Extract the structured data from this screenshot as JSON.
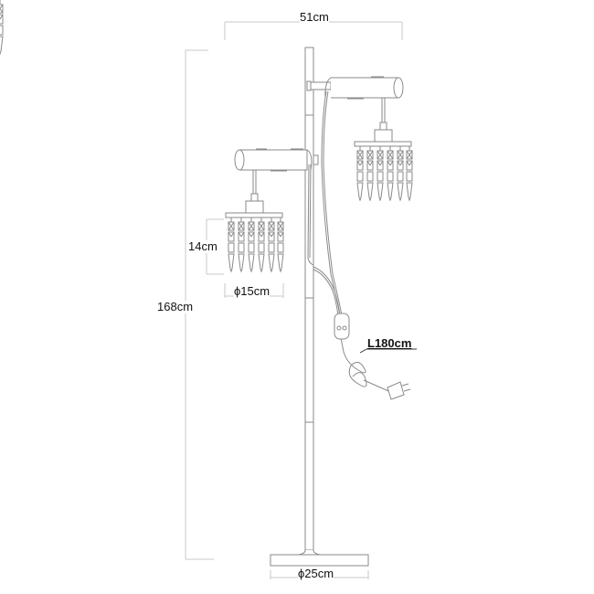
{
  "diagram": {
    "subject": "floor-lamp-technical-drawing",
    "line_color": "#8a8a8a",
    "dim_line_color": "#c8c8c8",
    "text_color": "#111111",
    "dimensions": {
      "overall_width": "51cm",
      "overall_height": "168cm",
      "shade_height": "14cm",
      "shade_diameter": "ϕ15cm",
      "base_diameter": "ϕ25cm",
      "cable_length": "L180cm"
    },
    "components": [
      {
        "name": "pole"
      },
      {
        "name": "upper-arm-cylinder"
      },
      {
        "name": "lower-arm-cylinder"
      },
      {
        "name": "upper-crystal-shade",
        "drops": 6
      },
      {
        "name": "lower-crystal-shade",
        "drops": 6
      },
      {
        "name": "inline-switch"
      },
      {
        "name": "power-cable"
      },
      {
        "name": "plug"
      },
      {
        "name": "round-base"
      }
    ]
  }
}
